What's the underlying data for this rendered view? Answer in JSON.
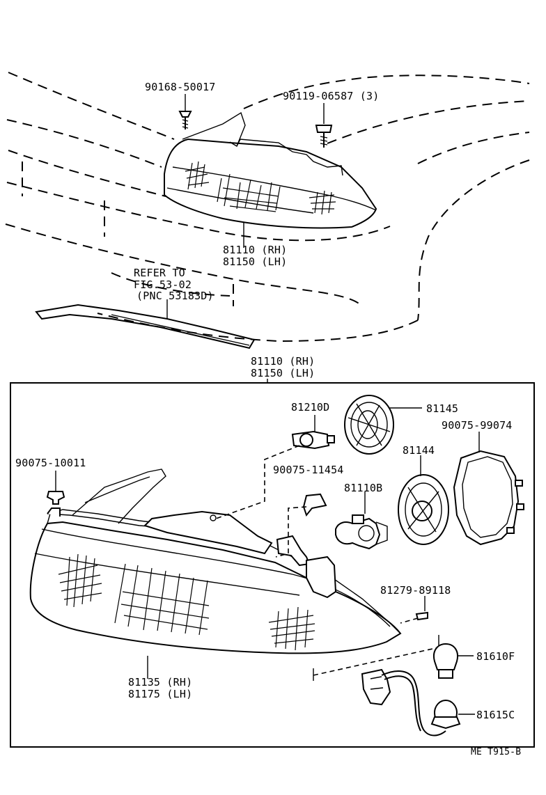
{
  "labels": {
    "top_bolt": "90168-50017",
    "top_screw": "90119-06587 (3)",
    "top_assy_rh": "81110 (RH)",
    "top_assy_lh": "81150 (LH)",
    "refer_1": "REFER TO",
    "refer_2": "FIG.53-02",
    "refer_3": "(PNC 53183D)",
    "box_assy_rh": "81110 (RH)",
    "box_assy_lh": "81150 (LH)",
    "bulb_small": "81210D",
    "socket_cover": "81145",
    "cap_ring": "90075-99074",
    "clip_left": "90075-10011",
    "clip_mid": "90075-11454",
    "retainer": "81144",
    "halogen_bulb": "81110B",
    "screw_small": "81279-89118",
    "turn_bulb": "81610F",
    "turn_socket": "81615C",
    "lens_rh": "81135 (RH)",
    "lens_lh": "81175 (LH)",
    "figure_code": "ME T915-B"
  }
}
